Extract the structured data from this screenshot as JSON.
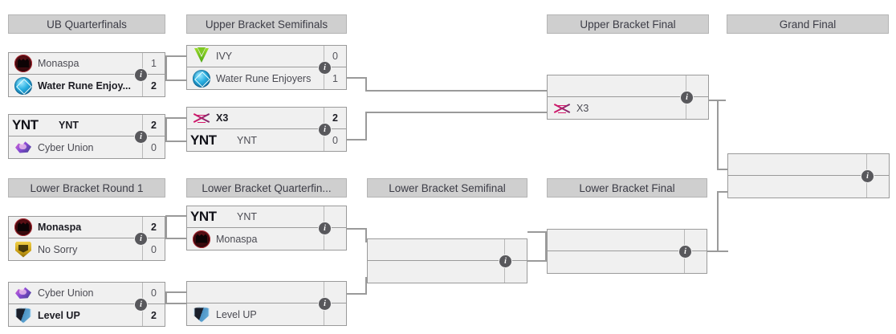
{
  "rounds": [
    {
      "id": "ub-quarterfinals",
      "label": "UB Quarterfinals"
    },
    {
      "id": "ub-semifinals",
      "label": "Upper Bracket Semifinals"
    },
    {
      "id": "ub-final",
      "label": "Upper Bracket Final"
    },
    {
      "id": "grand-final",
      "label": "Grand Final"
    },
    {
      "id": "lb-round-1",
      "label": "Lower Bracket Round 1"
    },
    {
      "id": "lb-quarterfinals",
      "label": "Lower Bracket Quarterfin..."
    },
    {
      "id": "lb-semifinal",
      "label": "Lower Bracket Semifinal"
    },
    {
      "id": "lb-final",
      "label": "Lower Bracket Final"
    }
  ],
  "info_glyph": "i",
  "matches": {
    "ubqf1": {
      "top": {
        "team": "Monaspa",
        "logo": "monaspa",
        "score": "1",
        "winner": false
      },
      "bottom": {
        "team": "Water Rune Enjoy...",
        "logo": "water",
        "score": "2",
        "winner": true
      }
    },
    "ubqf2": {
      "top": {
        "team": "YNT",
        "logo": "ynt",
        "score": "2",
        "winner": true
      },
      "bottom": {
        "team": "Cyber Union",
        "logo": "cyber",
        "score": "0",
        "winner": false
      }
    },
    "ubsf1": {
      "top": {
        "team": "IVY",
        "logo": "ivy",
        "score": "0",
        "winner": false
      },
      "bottom": {
        "team": "Water Rune Enjoyers",
        "logo": "water",
        "score": "1",
        "winner": false
      }
    },
    "ubsf2": {
      "top": {
        "team": "X3",
        "logo": "x3",
        "score": "2",
        "winner": true
      },
      "bottom": {
        "team": "YNT",
        "logo": "ynt",
        "score": "0",
        "winner": false
      }
    },
    "ubf": {
      "top": {
        "team": "",
        "logo": "none",
        "score": "",
        "winner": false
      },
      "bottom": {
        "team": "X3",
        "logo": "x3",
        "score": "",
        "winner": false
      }
    },
    "gf": {
      "top": {
        "team": "",
        "logo": "none",
        "score": "",
        "winner": false
      },
      "bottom": {
        "team": "",
        "logo": "none",
        "score": "",
        "winner": false
      }
    },
    "lbr1a": {
      "top": {
        "team": "Monaspa",
        "logo": "monaspa",
        "score": "2",
        "winner": true
      },
      "bottom": {
        "team": "No Sorry",
        "logo": "nosorry",
        "score": "0",
        "winner": false
      }
    },
    "lbr1b": {
      "top": {
        "team": "Cyber Union",
        "logo": "cyber",
        "score": "0",
        "winner": false
      },
      "bottom": {
        "team": "Level UP",
        "logo": "levelup",
        "score": "2",
        "winner": true
      }
    },
    "lbqf1": {
      "top": {
        "team": "YNT",
        "logo": "ynt",
        "score": "",
        "winner": false
      },
      "bottom": {
        "team": "Monaspa",
        "logo": "monaspa",
        "score": "",
        "winner": false
      }
    },
    "lbqf2": {
      "top": {
        "team": "",
        "logo": "none",
        "score": "",
        "winner": false
      },
      "bottom": {
        "team": "Level UP",
        "logo": "levelup",
        "score": "",
        "winner": false
      }
    },
    "lbsf": {
      "top": {
        "team": "",
        "logo": "none",
        "score": "",
        "winner": false
      },
      "bottom": {
        "team": "",
        "logo": "none",
        "score": "",
        "winner": false
      }
    },
    "lbf": {
      "top": {
        "team": "",
        "logo": "none",
        "score": "",
        "winner": false
      },
      "bottom": {
        "team": "",
        "logo": "none",
        "score": "",
        "winner": false
      }
    }
  },
  "colors": {
    "header_bg": "#cfcfcf",
    "header_border": "#b4b4b4",
    "match_bg": "#f0f0f0",
    "match_border": "#9a9a9a",
    "connector": "#9a9a9a",
    "info_badge": "#58585c",
    "text": "#4a4a52",
    "text_winner": "#1d1d24"
  }
}
